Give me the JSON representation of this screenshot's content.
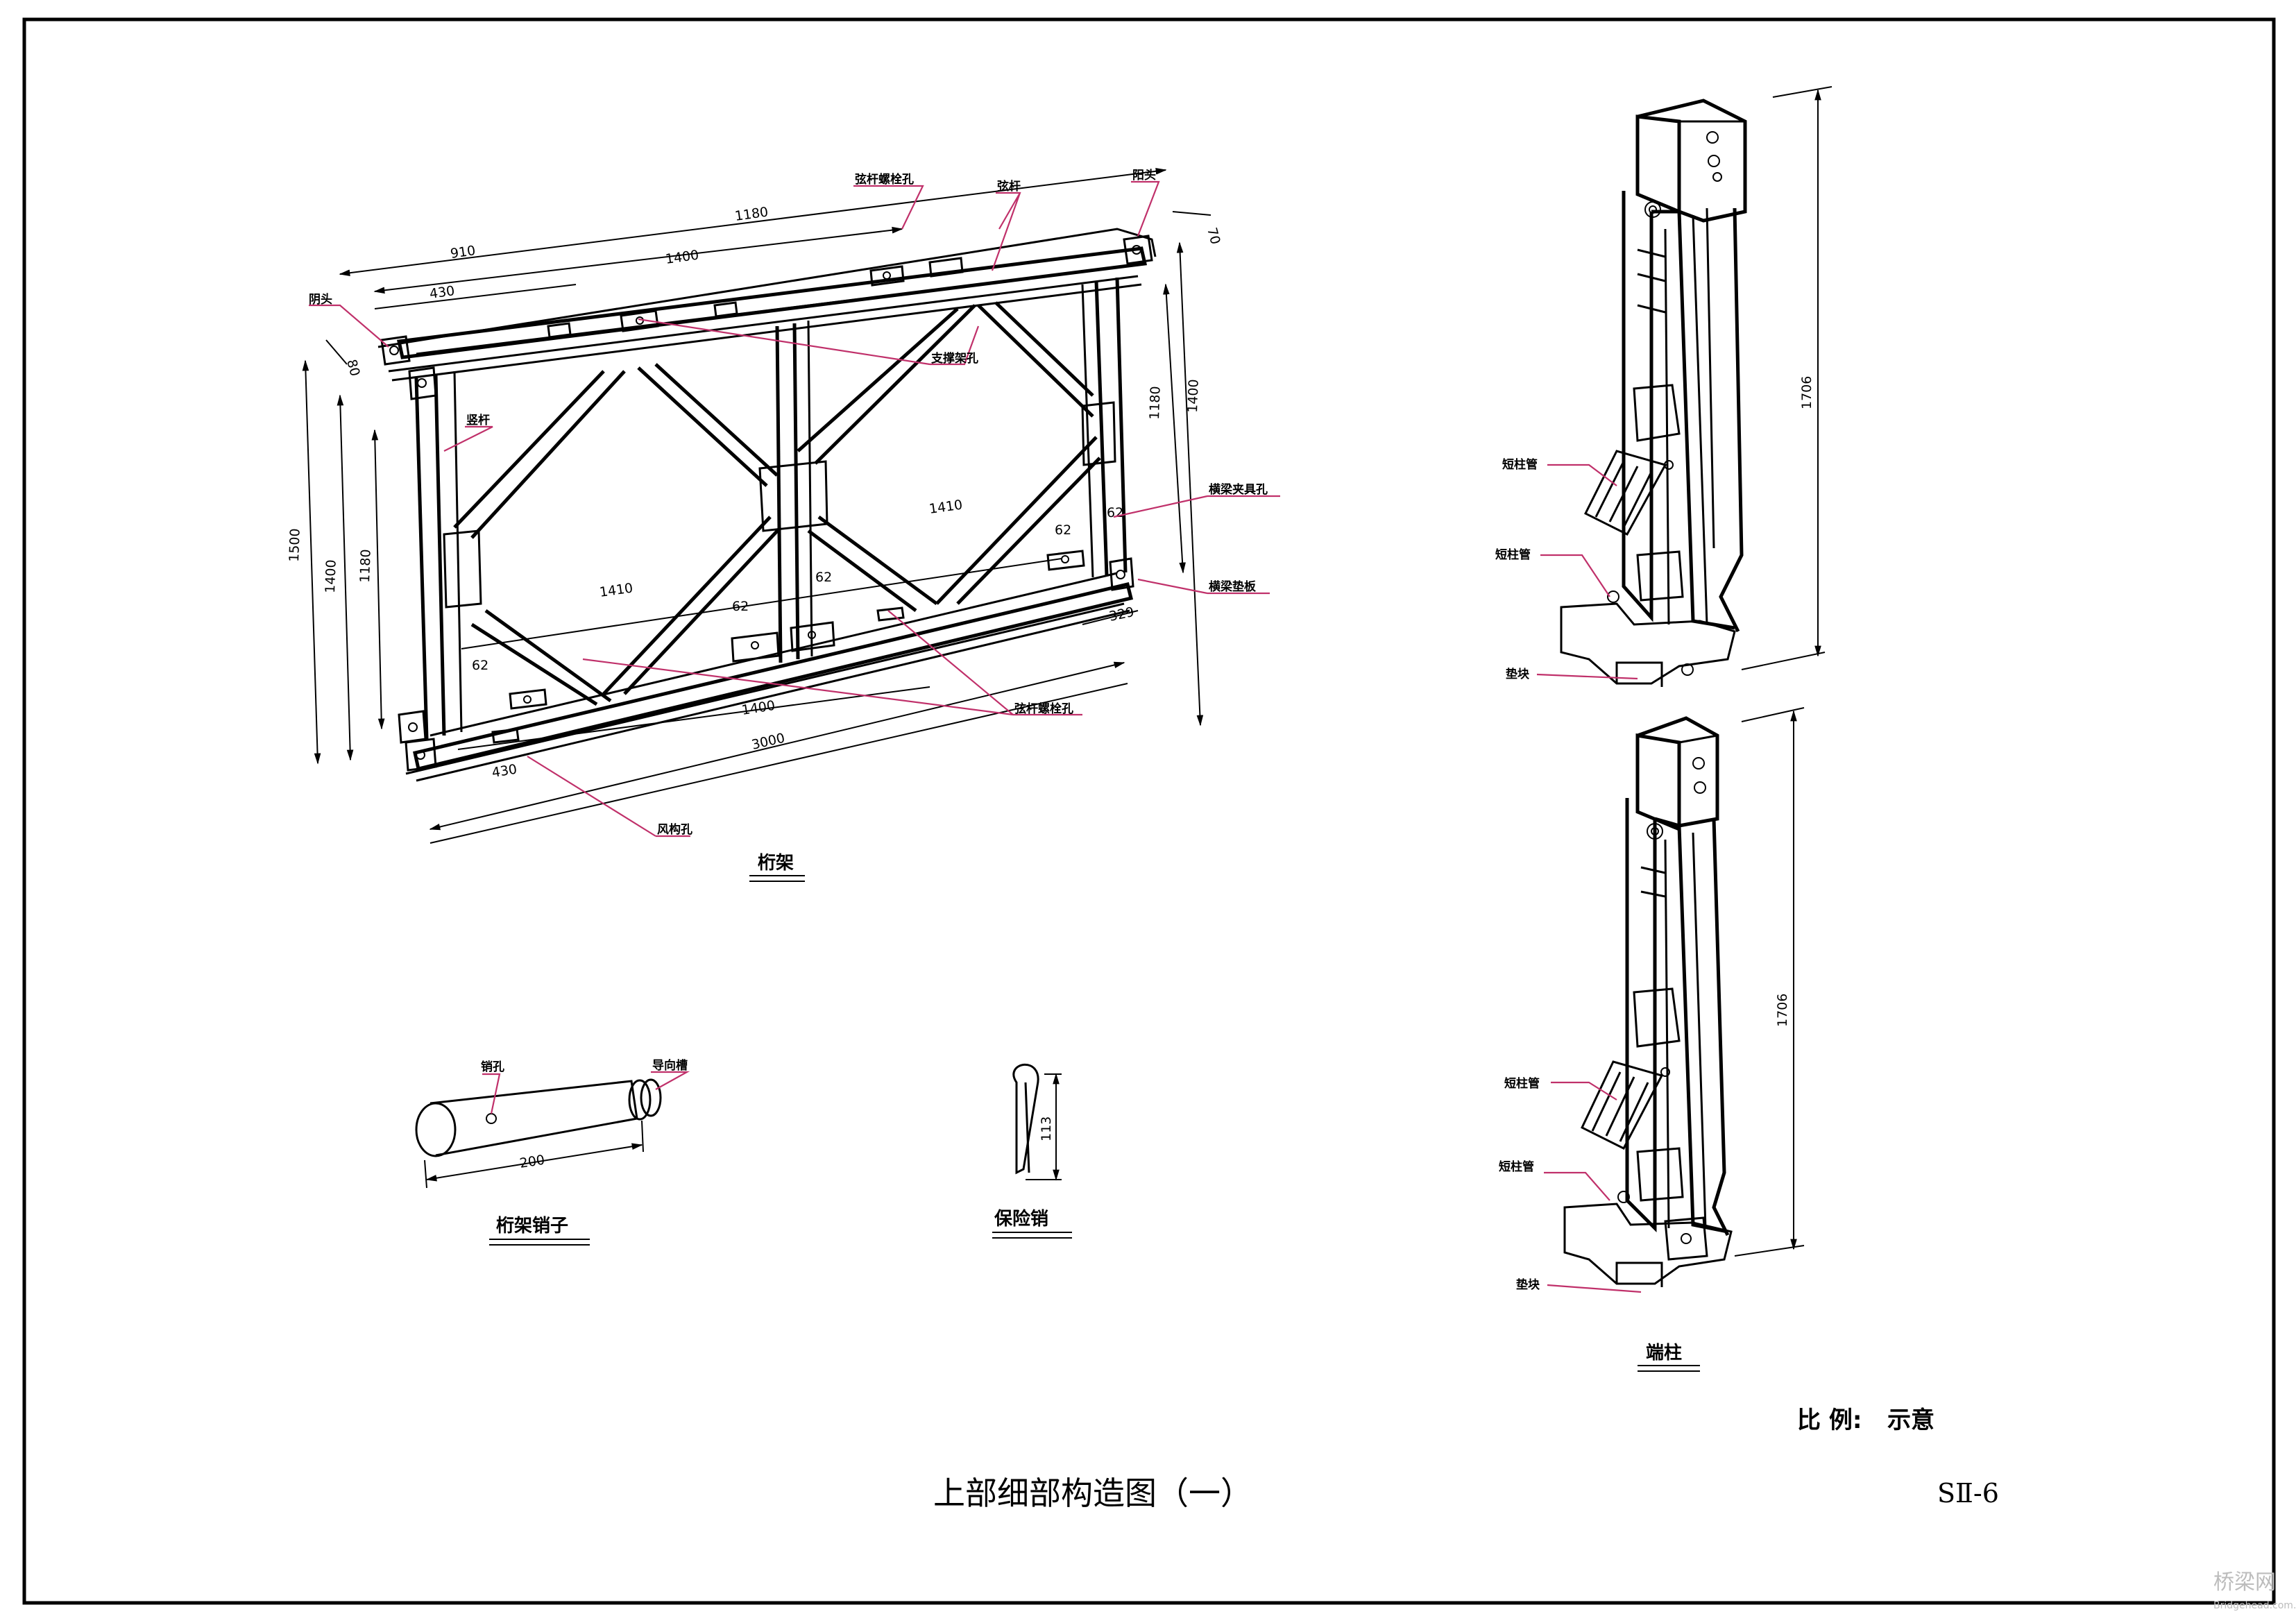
{
  "sheet": {
    "title": "上部细部构造图（一）",
    "drawing_no": "SⅡ-6",
    "scale_label": "比 例:",
    "scale_value": "示意",
    "watermark": "桥梁网",
    "watermark_url": "Bridgehead.com.cn"
  },
  "truss": {
    "caption": "桁架",
    "labels": {
      "female_joint": "阴头",
      "male_joint": "阳头",
      "stringer_bolt_holes_top": "弦杆螺栓孔",
      "chord_top": "弦杆",
      "bracing_bolt_holes": "支撑架孔",
      "vertical": "竖杆",
      "clamp_hole": "横梁夹具孔",
      "beam_pad": "横梁垫板",
      "stringer_bolt_holes_bottom": "弦杆螺栓孔",
      "wind_brace_hole": "风构孔"
    },
    "dims": {
      "top_1180": "1180",
      "top_910": "910",
      "top_1400": "1400",
      "top_430": "430",
      "top_70": "70",
      "left_80": "80",
      "h_1500": "1500",
      "h_1400": "1400",
      "h_1180": "1180",
      "r_1180": "1180",
      "r_1400": "1400",
      "diag_1410_a": "1410",
      "diag_1410_b": "1410",
      "d62_a": "62",
      "d62_b": "62",
      "d62_c": "62",
      "d62_d": "62",
      "d62_e": "62",
      "d329": "329",
      "bot_1400": "1400",
      "bot_3000": "3000",
      "bot_430": "430"
    }
  },
  "pin": {
    "caption": "桁架销子",
    "labels": {
      "hole": "销孔",
      "groove": "导向槽"
    },
    "dim": "200"
  },
  "clip": {
    "caption": "保险销",
    "dim": "113"
  },
  "post": {
    "caption": "端柱",
    "dim_top": "1706",
    "dim_bottom": "1706",
    "labels_top": {
      "a": "短柱管",
      "b": "短柱管",
      "c": "垫块"
    },
    "labels_bottom": {
      "a": "短柱管",
      "b": "短柱管",
      "c": "垫块"
    }
  }
}
